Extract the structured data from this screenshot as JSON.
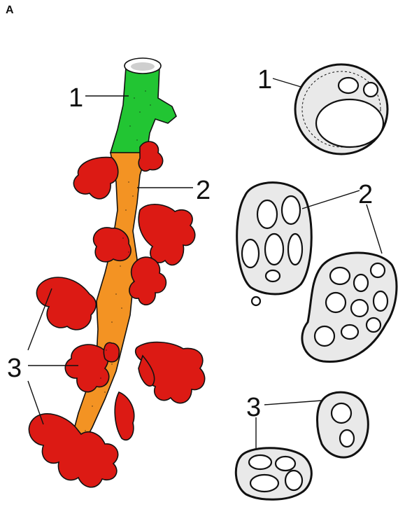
{
  "panel": "A",
  "labels": {
    "duct_1": "1",
    "duct_2": "2",
    "duct_3": "3",
    "section_1": "1",
    "section_2": "2",
    "section_3": "3"
  },
  "colors": {
    "segment_1": "#22c533",
    "segment_2": "#f39323",
    "segment_3": "#dc1a14"
  }
}
